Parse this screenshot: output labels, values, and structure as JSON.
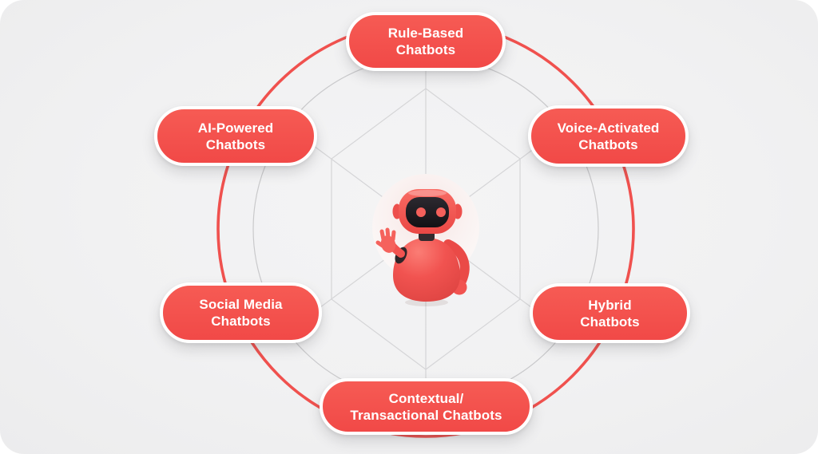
{
  "theme": {
    "accent_red": "#f4514e",
    "outer_ring_red": "#f0514e",
    "inner_ring_gray": "#c9c9cb",
    "web_line_gray": "#d5d5d7",
    "background_gray": "#f1f1f2",
    "pill_text_color": "#ffffff",
    "pill_border_color": "#ffffff",
    "robot_body_red": "#f15350",
    "robot_face_black": "#1c1a1f"
  },
  "diagram": {
    "center": {
      "icon": "chatbot-robot-mascot"
    },
    "nodes": [
      {
        "id": "rule-based",
        "line1": "Rule-Based",
        "line2": "Chatbots"
      },
      {
        "id": "voice-activated",
        "line1": "Voice-Activated",
        "line2": "Chatbots"
      },
      {
        "id": "hybrid",
        "line1": "Hybrid",
        "line2": "Chatbots"
      },
      {
        "id": "contextual-transactional",
        "line1": "Contextual/",
        "line2": "Transactional Chatbots"
      },
      {
        "id": "social-media",
        "line1": "Social Media",
        "line2": "Chatbots"
      },
      {
        "id": "ai-powered",
        "line1": "AI-Powered",
        "line2": "Chatbots"
      }
    ]
  }
}
